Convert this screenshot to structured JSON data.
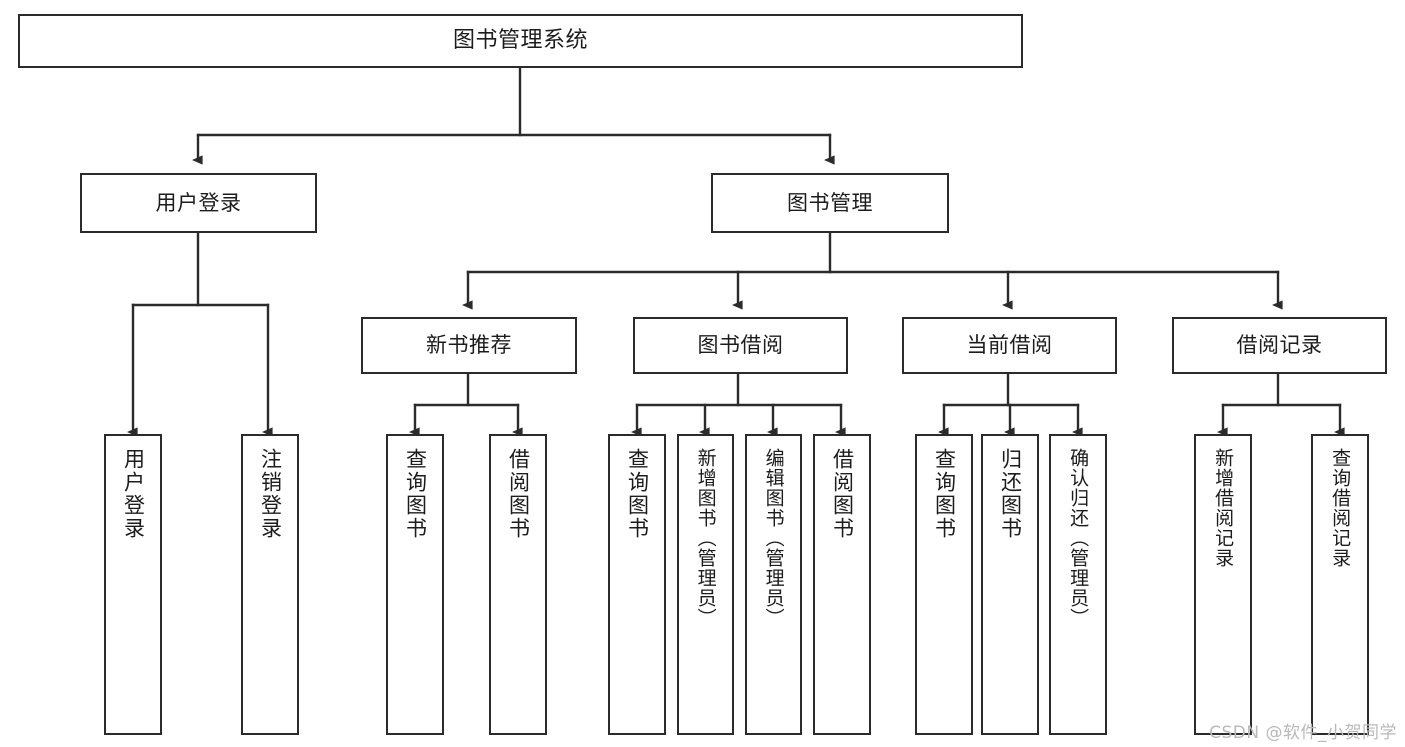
{
  "diagram": {
    "title": "图书管理系统",
    "type": "tree-hierarchy",
    "watermark": "CSDN @软件_小贺同学",
    "colors": {
      "background": "#ffffff",
      "stroke": "#2b2b2b",
      "text": "#1c1c1c",
      "watermark": "#b9b9b9"
    },
    "root": {
      "label": "图书管理系统"
    },
    "level1": [
      {
        "label": "用户登录"
      },
      {
        "label": "图书管理"
      }
    ],
    "level2": [
      {
        "label": "新书推荐"
      },
      {
        "label": "图书借阅"
      },
      {
        "label": "当前借阅"
      },
      {
        "label": "借阅记录"
      }
    ],
    "leaves": {
      "user_login": [
        {
          "label": "用户登录"
        },
        {
          "label": "注销登录"
        }
      ],
      "new_book": [
        {
          "label": "查询图书"
        },
        {
          "label": "借阅图书"
        }
      ],
      "book_borrow": [
        {
          "label": "查询图书"
        },
        {
          "label": "新增图书（管理员）"
        },
        {
          "label": "编辑图书（管理员）"
        },
        {
          "label": "借阅图书"
        }
      ],
      "current_borrow": [
        {
          "label": "查询图书"
        },
        {
          "label": "归还图书"
        },
        {
          "label": "确认归还（管理员）"
        }
      ],
      "borrow_record": [
        {
          "label": "新增借阅记录"
        },
        {
          "label": "查询借阅记录"
        }
      ]
    }
  }
}
